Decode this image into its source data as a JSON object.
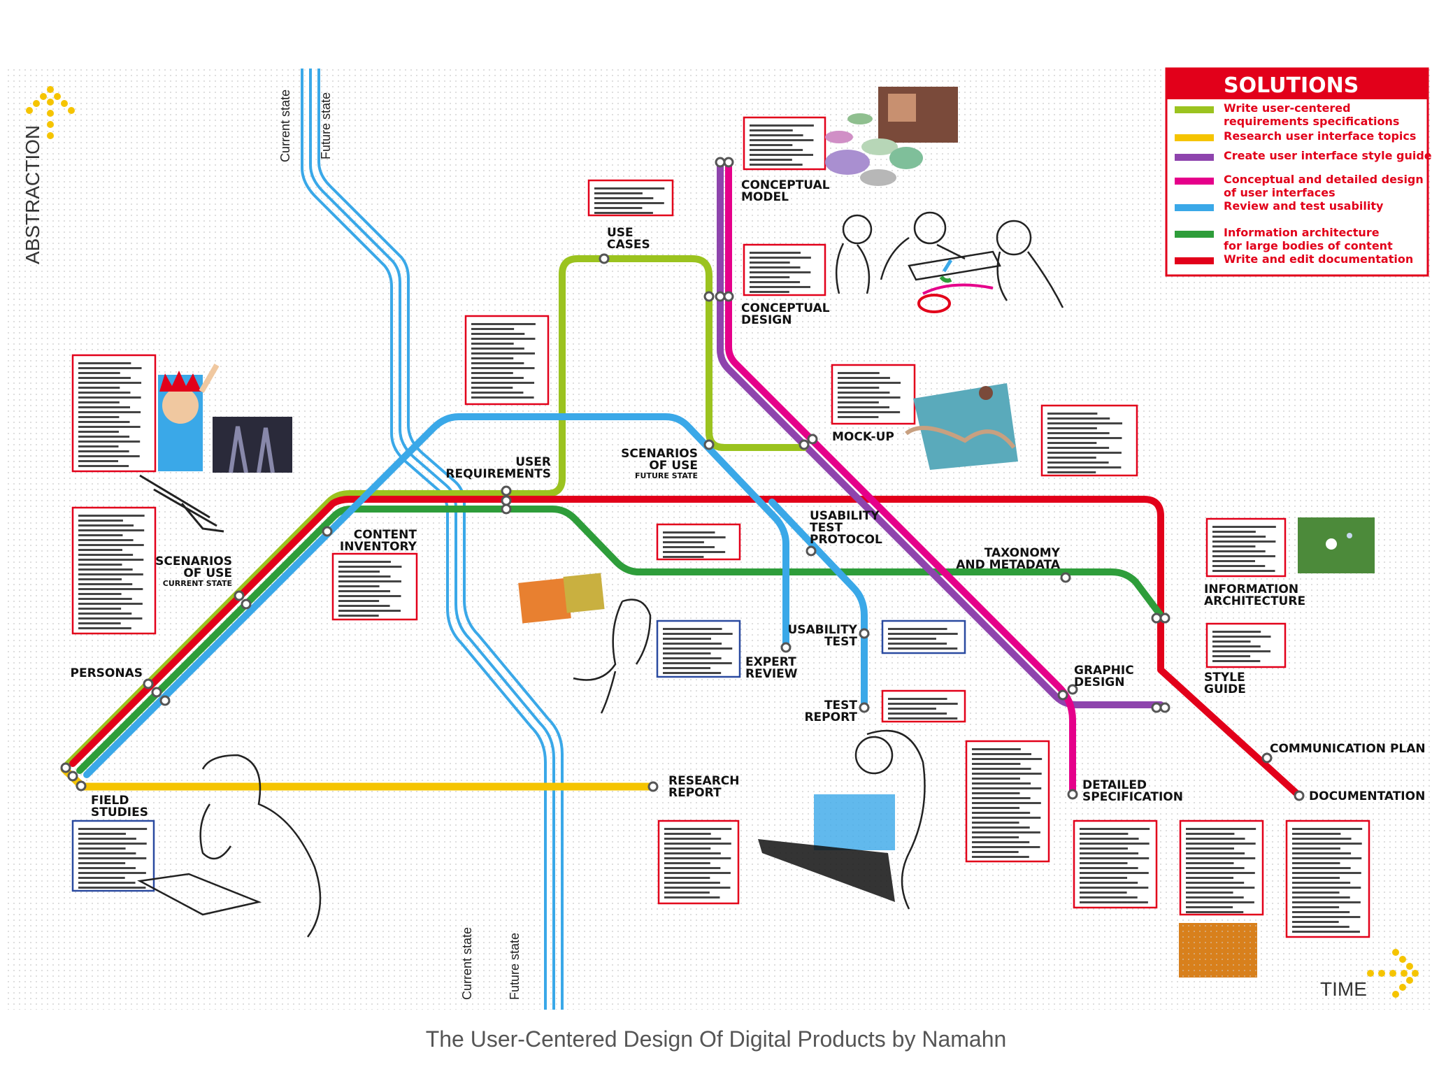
{
  "colors": {
    "green_light": "#9bc31f",
    "yellow": "#f5c400",
    "purple": "#8e44ad",
    "magenta": "#e5008a",
    "blue": "#3aa8e8",
    "green_dark": "#2e9d3a",
    "red": "#e2001a"
  },
  "axes": {
    "vertical": "ABSTRACTION",
    "horizontal": "TIME"
  },
  "states": {
    "current": "Current state",
    "future": "Future state"
  },
  "legend": {
    "title": "SOLUTIONS",
    "items": [
      {
        "color": "#9bc31f",
        "line1": "Write user-centered",
        "line2": "requirements specifications"
      },
      {
        "color": "#f5c400",
        "line1": "Research user interface topics",
        "line2": ""
      },
      {
        "color": "#8e44ad",
        "line1": "Create user interface style guides",
        "line2": ""
      },
      {
        "color": "#e5008a",
        "line1": "Conceptual and detailed design",
        "line2": "of user interfaces"
      },
      {
        "color": "#3aa8e8",
        "line1": "Review and test usability",
        "line2": ""
      },
      {
        "color": "#2e9d3a",
        "line1": "Information architecture",
        "line2": "for large bodies of content"
      },
      {
        "color": "#e2001a",
        "line1": "Write and edit documentation",
        "line2": ""
      }
    ]
  },
  "stations": {
    "conceptual_model": [
      "CONCEPTUAL",
      "MODEL"
    ],
    "use_cases": [
      "USE",
      "CASES"
    ],
    "conceptual_design": [
      "CONCEPTUAL",
      "DESIGN"
    ],
    "user_requirements": [
      "USER",
      "REQUIREMENTS"
    ],
    "mock_up": [
      "MOCK-UP"
    ],
    "scenarios_future": [
      "SCENARIOS",
      "OF USE"
    ],
    "scenarios_future_sub": "FUTURE STATE",
    "content_inventory": [
      "CONTENT",
      "INVENTORY"
    ],
    "usability_test_protocol": [
      "USABILITY",
      "TEST",
      "PROTOCOL"
    ],
    "taxonomy": [
      "TAXONOMY",
      "AND METADATA"
    ],
    "scenarios_current": [
      "SCENARIOS",
      "OF USE"
    ],
    "scenarios_current_sub": "CURRENT STATE",
    "information_architecture": [
      "INFORMATION",
      "ARCHITECTURE"
    ],
    "personas": [
      "PERSONAS"
    ],
    "usability_test": [
      "USABILITY",
      "TEST"
    ],
    "expert_review": [
      "EXPERT",
      "REVIEW"
    ],
    "graphic_design": [
      "GRAPHIC",
      "DESIGN"
    ],
    "style_guide": [
      "STYLE",
      "GUIDE"
    ],
    "test_report": [
      "TEST",
      "REPORT"
    ],
    "communication_plan": [
      "COMMUNICATION PLAN"
    ],
    "field_studies": [
      "FIELD",
      "STUDIES"
    ],
    "research_report": [
      "RESEARCH",
      "REPORT"
    ],
    "detailed_specification": [
      "DETAILED",
      "SPECIFICATION"
    ],
    "documentation": [
      "DOCUMENTATION"
    ]
  },
  "caption": "The User-Centered Design Of Digital Products by Namahn"
}
